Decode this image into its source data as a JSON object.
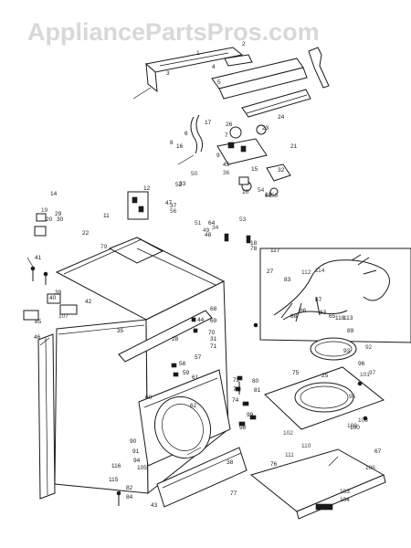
{
  "watermark": "AppliancePartsPros.com",
  "labels": [
    "1",
    "2",
    "3",
    "4",
    "5",
    "6",
    "7",
    "8",
    "9",
    "10",
    "11",
    "12",
    "13",
    "14",
    "15",
    "16",
    "17",
    "18",
    "19",
    "20",
    "21",
    "22",
    "23",
    "24",
    "25",
    "26",
    "27",
    "28",
    "29",
    "30",
    "31",
    "32",
    "33",
    "34",
    "35",
    "36",
    "37",
    "38",
    "39",
    "40",
    "41",
    "42",
    "43",
    "44",
    "45",
    "46",
    "47",
    "48",
    "49",
    "50",
    "51",
    "52",
    "53",
    "54",
    "55",
    "56",
    "57",
    "58",
    "59",
    "60",
    "61",
    "62",
    "63",
    "64",
    "65",
    "66",
    "67",
    "68",
    "69",
    "70",
    "71",
    "72",
    "73",
    "74",
    "75",
    "76",
    "77",
    "78",
    "79",
    "80",
    "81",
    "82",
    "83",
    "84",
    "85",
    "86",
    "87",
    "88",
    "89",
    "90",
    "91",
    "92",
    "93",
    "94",
    "95",
    "96",
    "97",
    "98",
    "99",
    "100",
    "101",
    "102",
    "103",
    "104",
    "105",
    "106",
    "107",
    "108",
    "109",
    "110",
    "111",
    "112",
    "113",
    "114",
    "115",
    "116",
    "117",
    "118"
  ]
}
